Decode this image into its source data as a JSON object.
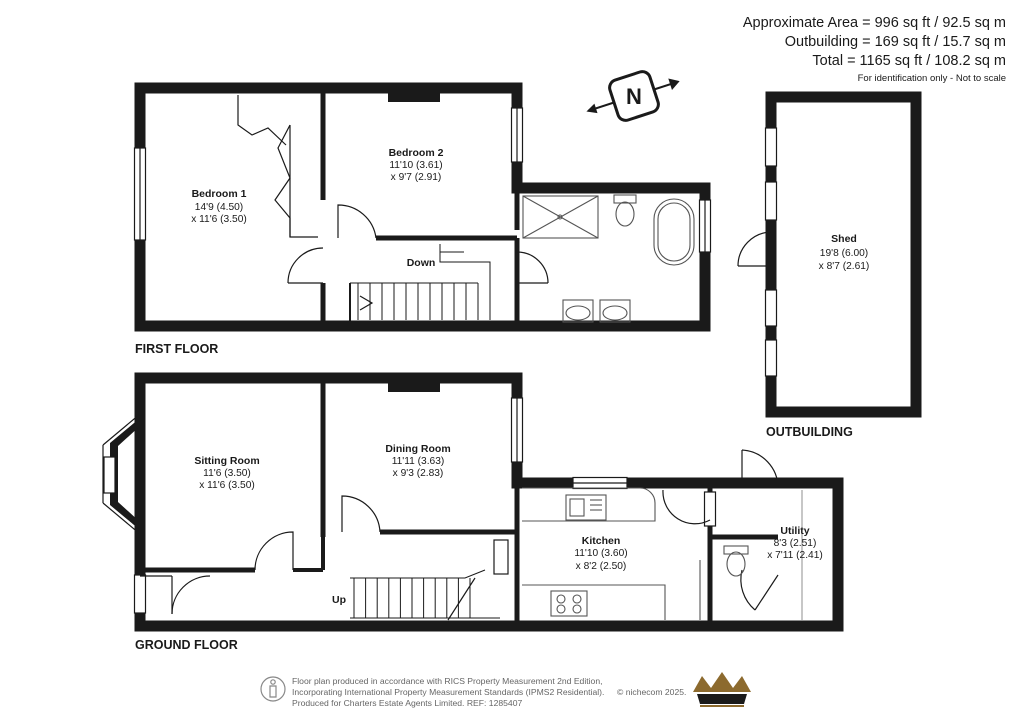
{
  "summary": {
    "approx_area": "Approximate Area = 996 sq ft / 92.5 sq m",
    "outbuilding": "Outbuilding = 169 sq ft / 15.7 sq m",
    "total": "Total = 1165 sq ft / 108.2 sq m",
    "note": "For identification only - Not to scale"
  },
  "compass": {
    "letter": "N"
  },
  "floors": {
    "first_floor": "FIRST FLOOR",
    "ground_floor": "GROUND FLOOR",
    "outbuilding": "OUTBUILDING"
  },
  "rooms": {
    "bedroom1": {
      "name": "Bedroom 1",
      "dim1": "14'9 (4.50)",
      "dim2": "x 11'6 (3.50)"
    },
    "bedroom2": {
      "name": "Bedroom 2",
      "dim1": "11'10 (3.61)",
      "dim2": "x 9'7 (2.91)"
    },
    "shed": {
      "name": "Shed",
      "dim1": "19'8 (6.00)",
      "dim2": "x 8'7 (2.61)"
    },
    "sitting": {
      "name": "Sitting Room",
      "dim1": "11'6 (3.50)",
      "dim2": "x 11'6 (3.50)"
    },
    "dining": {
      "name": "Dining Room",
      "dim1": "11'11 (3.63)",
      "dim2": "x 9'3 (2.83)"
    },
    "kitchen": {
      "name": "Kitchen",
      "dim1": "11'10 (3.60)",
      "dim2": "x 8'2 (2.50)"
    },
    "utility": {
      "name": "Utility",
      "dim1": "8'3 (2.51)",
      "dim2": "x 7'11 (2.41)"
    }
  },
  "stairs": {
    "down": "Down",
    "up": "Up"
  },
  "footer": {
    "line1": "Floor plan produced in accordance with RICS Property Measurement 2nd Edition,",
    "line2": "Incorporating International Property Measurement Standards (IPMS2 Residential).",
    "line3": "Produced for Charters Estate Agents Limited.   REF: 1285407",
    "copyright": "© nichecom 2025."
  },
  "colors": {
    "wall": "#1a1a1a",
    "fixture": "#555555",
    "logo_gold": "#8c6a2e",
    "logo_dark": "#1a1a1a"
  }
}
